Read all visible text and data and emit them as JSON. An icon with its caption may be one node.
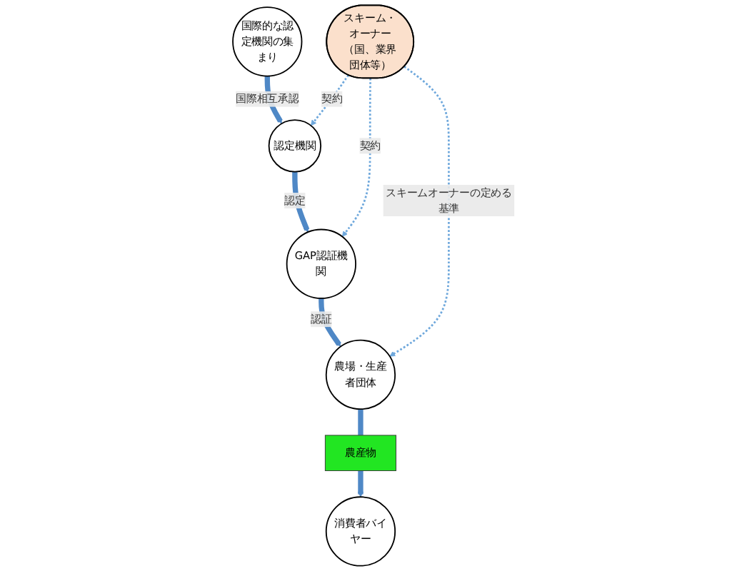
{
  "diagram": {
    "nodes": [
      {
        "text": [
          "認定機関"
        ]
      },
      {
        "text": [
          "国際的な認定機関の集まり"
        ]
      },
      {
        "text": [
          "GAP認証機関"
        ]
      },
      {
        "text": [
          "スキーム・オーナー（国、業界団体等）"
        ]
      },
      {
        "text": [
          "農場・生産者団体"
        ]
      },
      {
        "text": [
          "農産物"
        ]
      },
      {
        "text": [
          "消費者バイヤー"
        ]
      }
    ],
    "edges": [
      {
        "from": 1,
        "to": 0,
        "arrow": "to",
        "label": "国際相互承認"
      },
      {
        "from": 0,
        "to": 2,
        "arrow": "to",
        "label": "認定"
      },
      {
        "from": 3,
        "to": 0,
        "arrow": "to",
        "label": "契約",
        "style": "dashed",
        "color": "#6fa8dc"
      },
      {
        "from": 3,
        "to": 2,
        "arrow": "to",
        "label": "契約",
        "style": "dashed",
        "color": "#6fa8dc"
      },
      {
        "from": 2,
        "to": 4,
        "arrow": "to",
        "label": "認証"
      },
      {
        "from": 3,
        "to": 4,
        "arrow": "to",
        "label": "スキームオーナーの定める基準",
        "style": "dashed",
        "color": "#6fa8dc"
      },
      {
        "from": 4,
        "to": 5,
        "arrow": "none"
      },
      {
        "from": 5,
        "to": 6,
        "arrow": "to"
      }
    ]
  }
}
